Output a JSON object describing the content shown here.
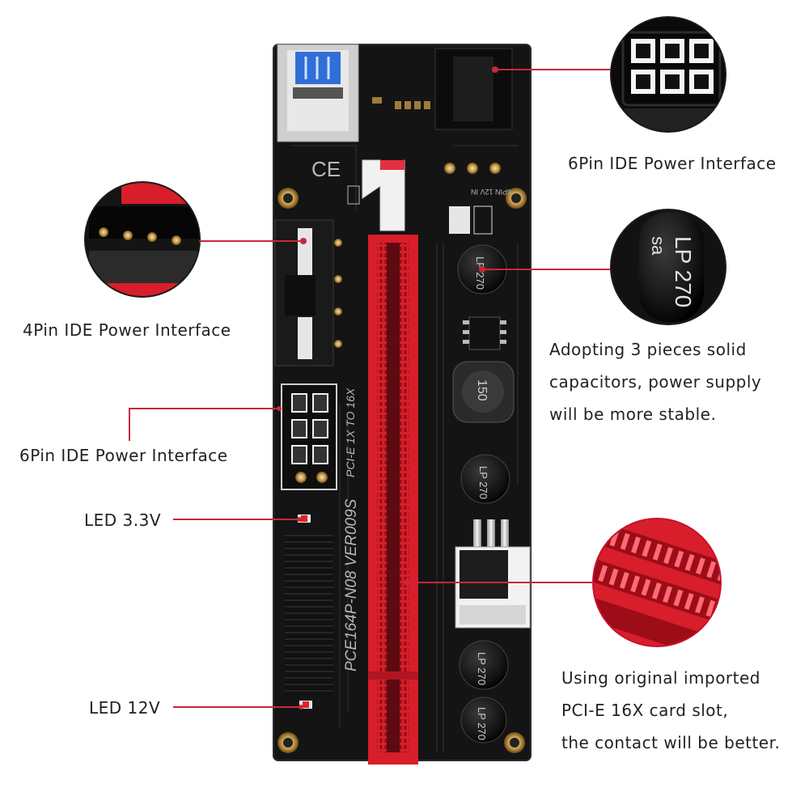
{
  "labels": {
    "six_pin_top": "6Pin IDE Power Interface",
    "four_pin": "4Pin IDE Power Interface",
    "six_pin_left": "6Pin IDE Power Interface",
    "led_33": "LED 3.3V",
    "led_12": "LED 12V",
    "capacitors": [
      "Adopting 3 pieces solid",
      "capacitors, power supply",
      "will be more stable."
    ],
    "slot": [
      "Using original imported",
      "PCI-E 16X card slot,",
      "the contact will be better."
    ]
  },
  "board": {
    "model_text": "PCE164P-N08   VER009S",
    "sub_text": "PCI-E 1X TO 16X",
    "inductor_text": "150",
    "cap_text": "LP 270 sa",
    "six_pin_text": "6PIN 12V IN"
  },
  "colors": {
    "pcb": "#141414",
    "slot_red": "#d81e2a",
    "line_red": "#c8283a",
    "silk": "#b8b8b8"
  }
}
